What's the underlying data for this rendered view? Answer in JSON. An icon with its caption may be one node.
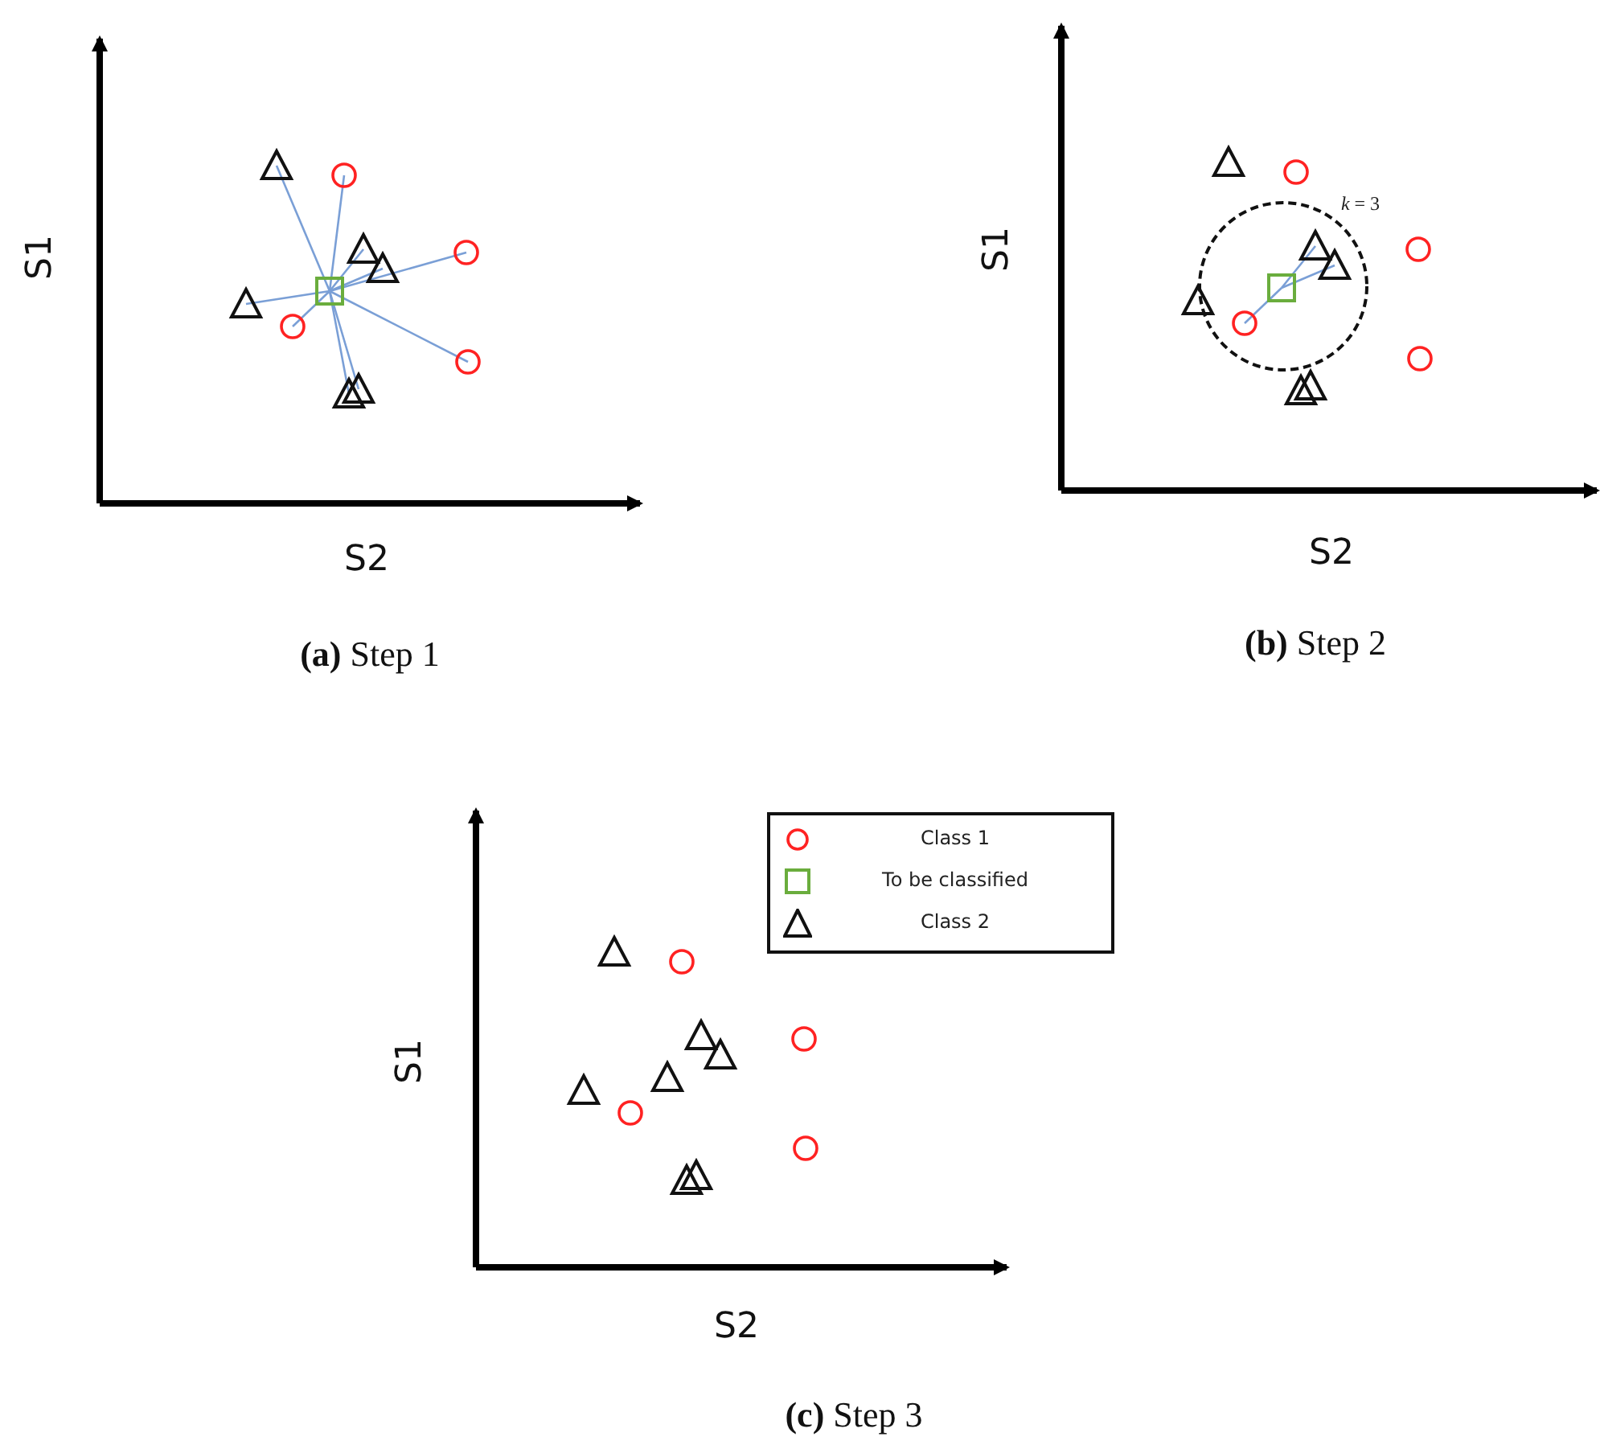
{
  "diagram": {
    "labels": [
      "S1",
      "S2",
      "**(a)** Step 1",
      "S1",
      "*k* = 3",
      "S2",
      "**(b)** Step 2",
      "S1",
      "S2",
      "**(c)** Step 3"
    ],
    "legend": [
      {
        "text": "Class 1"
      },
      {
        "text": "To be classified"
      },
      {
        "text": "Class 2"
      }
    ]
  }
}
